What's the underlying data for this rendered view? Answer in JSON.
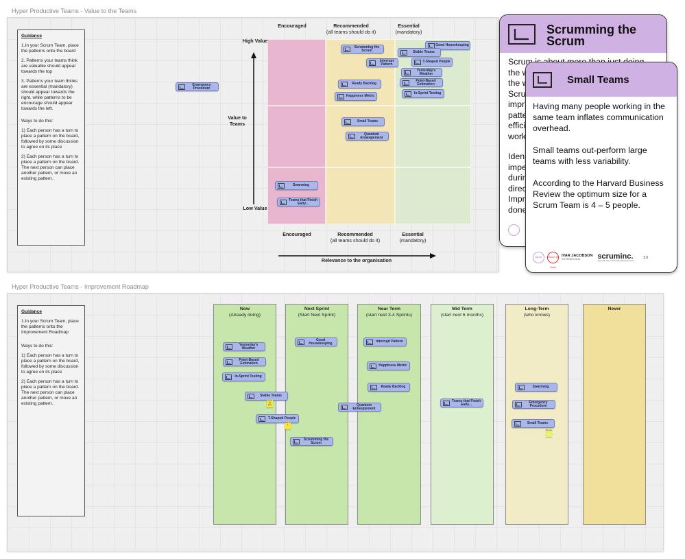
{
  "frame1": {
    "title": "Hyper Productive Teams - Value to the Teams",
    "guidance": {
      "heading": "Guidance",
      "paragraphs": [
        "1.In your Scrum Team, place the patterns onto the board",
        "2. Patterns your teams think are valuable should appear towards the top",
        "3. Patterns your team thinks are essential (mandatory) should appear towards the right, while patterns to be encourage should appear towards the left.",
        "Ways to do this:",
        "1) Each person has a turn to place a pattern on the board, followed by some discussion to agree on its place",
        "2) Each person has a turn to place a pattern on the board. The next person can place another pattern, or move an existing pattern."
      ]
    },
    "y_axis": {
      "high": "High Value",
      "label": "Value to Teams",
      "low": "Low Value"
    },
    "columns_top": [
      {
        "title": "Encouraged",
        "sub": ""
      },
      {
        "title": "Recommended",
        "sub": "(all teams should do it)"
      },
      {
        "title": "Essential",
        "sub": "(mandatory)"
      }
    ],
    "columns_bottom": [
      {
        "title": "Encouraged",
        "sub": ""
      },
      {
        "title": "Recommended",
        "sub": "(all teams should do it)"
      },
      {
        "title": "Essential",
        "sub": "(mandatory)"
      }
    ],
    "x_axis_label": "Relevance to the organisation",
    "cards": [
      {
        "text": "Emergency Procedure"
      },
      {
        "text": "Scrumming the Scrum"
      },
      {
        "text": "Good Housekeeping"
      },
      {
        "text": "Stable Teams"
      },
      {
        "text": "Interrupt Pattern"
      },
      {
        "text": "T-Shaped People"
      },
      {
        "text": "Yesterday's Weather"
      },
      {
        "text": "Ready Backlog"
      },
      {
        "text": "Point-Based Estimation"
      },
      {
        "text": "Happiness Metric"
      },
      {
        "text": "In-Sprint Testing"
      },
      {
        "text": "Small Teams"
      },
      {
        "text": "Quantum Entanglement"
      },
      {
        "text": "Swarming"
      },
      {
        "text": "Teams that Finish Early..."
      }
    ]
  },
  "popup_back": {
    "title": "Scrumming the Scrum",
    "fragments": [
      "Scrum is about more than just doing",
      "the w",
      "the w",
      "Scru",
      "impr",
      "patte",
      "effici",
      "work",
      "Iden",
      "impe",
      "durin",
      "direc",
      "Impr",
      "done"
    ]
  },
  "popup_front": {
    "title": "Small Teams",
    "paragraphs": [
      "Having many people working in the same team inflates communication overhead.",
      "Small teams out-perform large teams with less variability.",
      "According to the Harvard Business Review the optimum size for a Scrum Team is 4 – 5 people."
    ],
    "footer": {
      "ivar": "IVAR JACOBSON",
      "ivar_sub": "INTERNATIONAL",
      "scruminc": "scruminc.",
      "scruminc_sub": "Generated by IJI Practice Workbench™",
      "version": "3.0",
      "badge1": "Scrum",
      "badge2": "Scrum @ Scale"
    }
  },
  "frame2": {
    "title": "Hyper Productive Teams - Improvement Roadmap",
    "guidance": {
      "heading": "Guidance",
      "paragraphs": [
        "1.In your Scrum Team, place the patterns onto the Improvement Roadmap",
        "Ways to do this:",
        "1) Each person has a turn to place a pattern on the board, followed by some discussion to agree on its place",
        "2) Each person has a turn to place a pattern on the board. The next person can place another pattern, or move an existing pattern."
      ]
    },
    "columns": [
      {
        "title": "Now",
        "sub": "(Already doing)"
      },
      {
        "title": "Next Sprint",
        "sub": "(Start Next Sprint)"
      },
      {
        "title": "Near Term",
        "sub": "(start next 3-4 Sprints)"
      },
      {
        "title": "Mid Term",
        "sub": "(start next 6 months)"
      },
      {
        "title": "Long-Term",
        "sub": "(who knows)"
      },
      {
        "title": "Never",
        "sub": ""
      }
    ],
    "cards": [
      {
        "text": "Yesterday's Weather"
      },
      {
        "text": "Point-Based Estimation"
      },
      {
        "text": "In-Sprint Testing"
      },
      {
        "text": "Stable Teams"
      },
      {
        "text": "T-Shaped People"
      },
      {
        "text": "Good Housekeeping"
      },
      {
        "text": "Scrumming the Scrum"
      },
      {
        "text": "Interrupt Pattern"
      },
      {
        "text": "Happiness Metric"
      },
      {
        "text": "Ready Backlog"
      },
      {
        "text": "Quantum Entanglement"
      },
      {
        "text": "Teams that Finish Early..."
      },
      {
        "text": "Swarming"
      },
      {
        "text": "Emergency Procedure"
      },
      {
        "text": "Small Teams"
      }
    ],
    "stickies": [
      "Lorem ips dolor",
      "Wait for it",
      "Ex note"
    ]
  },
  "colors": {
    "pink": "#e8b6cf",
    "yellow": "#f3e5b5",
    "green": "#dcead0",
    "col_green": "#c7e6ac",
    "col_lightgreen": "#dcefcf",
    "col_longterm": "#f1ebc6",
    "col_never": "#f1df9c",
    "card": "#aab7e8",
    "popup_header": "#cfb1e4"
  }
}
